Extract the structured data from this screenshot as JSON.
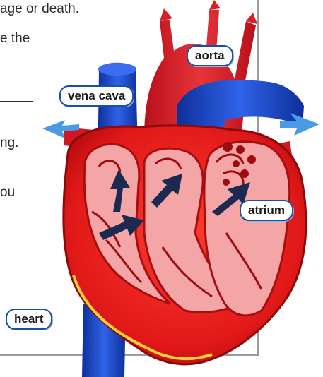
{
  "background_text": {
    "line1": "age or death.",
    "line2": "e the",
    "line3": "ng.",
    "line4": "ou"
  },
  "labels": {
    "aorta": "aorta",
    "vena_cava": "vena cava",
    "atrium": "atrium",
    "heart": "heart"
  },
  "colors": {
    "heart_red": "#e02020",
    "chamber_pink": "#f3a0a0",
    "vessel_blue": "#1f4fd0",
    "arrow_navy": "#1c2a52",
    "label_border": "#1a4fa8"
  }
}
